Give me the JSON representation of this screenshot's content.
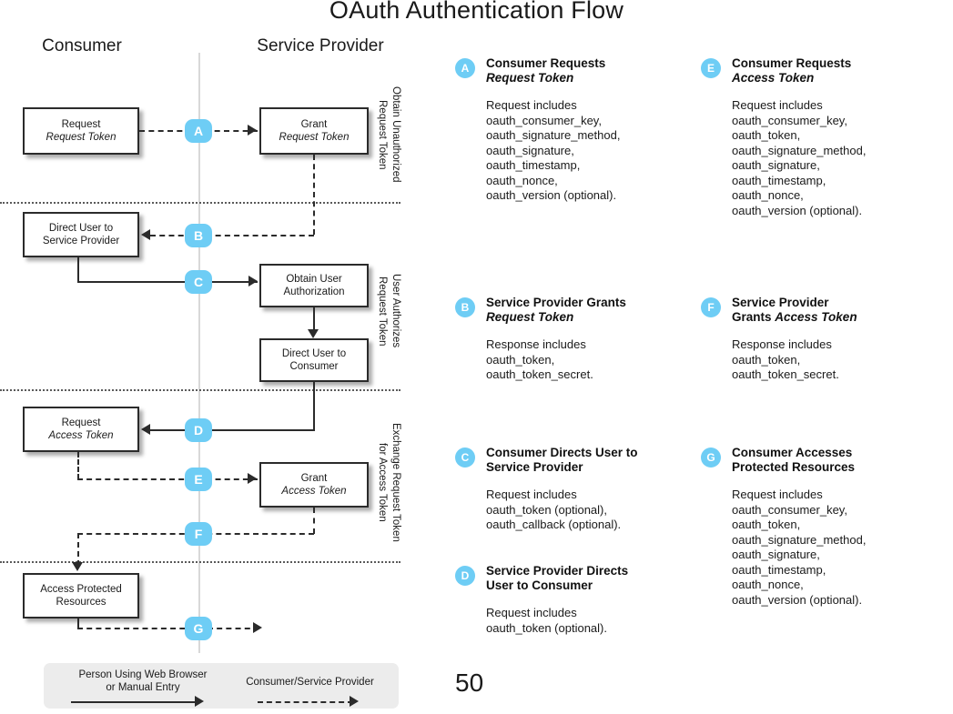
{
  "title": "OAuth Authentication Flow",
  "page_number": "50",
  "columns": {
    "left": "Consumer",
    "right": "Service Provider"
  },
  "phases": [
    "Obtain Unauthorized\nRequest Token",
    "User Authorizes\nRequest Token",
    "Exchange Request Token\nfor Access Token"
  ],
  "boxes": {
    "request_request_token": {
      "line1": "Request",
      "line2": "Request Token"
    },
    "grant_request_token": {
      "line1": "Grant",
      "line2": "Request Token"
    },
    "direct_user_to_sp": {
      "line1": "Direct User to",
      "line2": "Service Provider"
    },
    "obtain_user_auth": {
      "line1": "Obtain User",
      "line2": "Authorization"
    },
    "direct_user_to_consumer": {
      "line1": "Direct User to",
      "line2": "Consumer"
    },
    "request_access_token": {
      "line1": "Request",
      "line2": "Access Token"
    },
    "grant_access_token": {
      "line1": "Grant",
      "line2": "Access Token"
    },
    "access_protected": {
      "line1": "Access Protected",
      "line2": "Resources"
    }
  },
  "badges": {
    "a": "A",
    "b": "B",
    "c": "C",
    "d": "D",
    "e": "E",
    "f": "F",
    "g": "G"
  },
  "key": {
    "left_line1": "Person Using Web Browser",
    "left_line2": "or Manual Entry",
    "right_line1": "Consumer/Service Provider"
  },
  "legend": [
    {
      "letter": "A",
      "title_normal": "Consumer Requests",
      "title_italic": "Request Token",
      "body": "Request includes\noauth_consumer_key,\noauth_signature_method,\noauth_signature,\noauth_timestamp,\noauth_nonce,\noauth_version (optional)."
    },
    {
      "letter": "E",
      "title_normal": "Consumer Requests",
      "title_italic": "Access Token",
      "body": "Request includes\noauth_consumer_key,\noauth_token,\noauth_signature_method,\noauth_signature,\noauth_timestamp,\noauth_nonce,\noauth_version (optional)."
    },
    {
      "letter": "B",
      "title_normal": "Service Provider Grants",
      "title_italic": "Request Token",
      "body": "Response includes\noauth_token,\noauth_token_secret."
    },
    {
      "letter": "F",
      "title_normal": "Service Provider",
      "title_normal2": "Grants ",
      "title_italic": "Access Token",
      "body": "Response includes\noauth_token,\noauth_token_secret."
    },
    {
      "letter": "C",
      "title_normal": "Consumer Directs User to",
      "title_normal2": "Service Provider",
      "body": "Request includes\noauth_token (optional),\noauth_callback (optional)."
    },
    {
      "letter": "G",
      "title_normal": "Consumer Accesses",
      "title_normal2": "Protected Resources",
      "body": "Request includes\noauth_consumer_key,\noauth_token,\noauth_signature_method,\noauth_signature,\noauth_timestamp,\noauth_nonce,\noauth_version (optional)."
    },
    {
      "letter": "D",
      "title_normal": "Service Provider Directs",
      "title_normal2": "User to Consumer",
      "body": "Request includes\noauth_token (optional)."
    }
  ],
  "colors": {
    "badge": "#6ecdf5",
    "line": "#2b2b2b",
    "key_bg": "#ececec"
  }
}
